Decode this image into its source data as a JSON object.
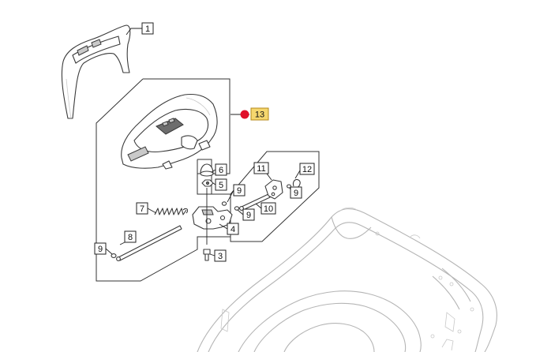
{
  "callouts": {
    "p1": "1",
    "p3": "3",
    "p4": "4",
    "p5": "5",
    "p6": "6",
    "p7": "7",
    "p8": "8",
    "p9a": "9",
    "p9b": "9",
    "p9c": "9",
    "p9d": "9",
    "p10": "10",
    "p11": "11",
    "p12": "12",
    "p13": "13"
  },
  "colors": {
    "highlight": "#f5d76e",
    "marker": "#e0102a"
  }
}
